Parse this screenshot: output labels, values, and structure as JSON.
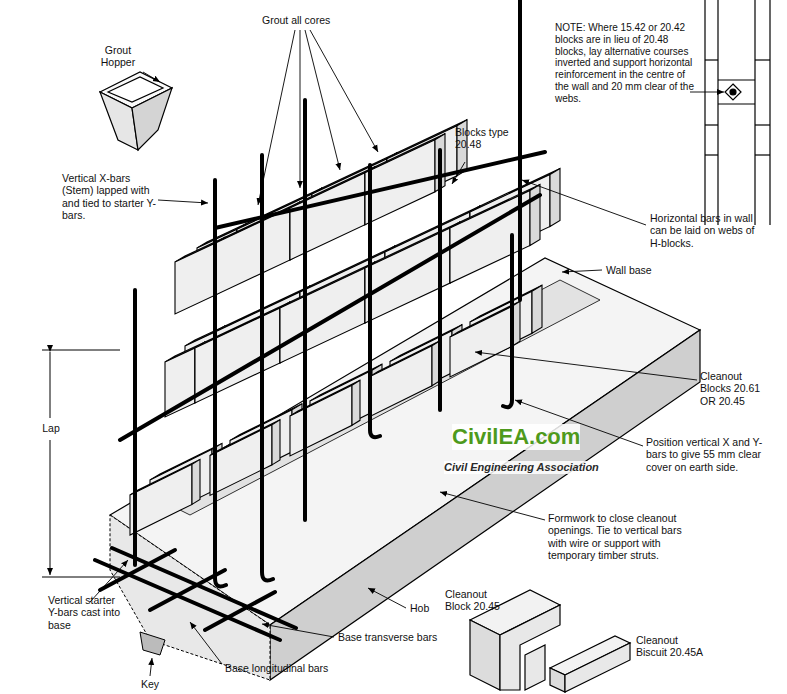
{
  "diagram": {
    "labels": [
      "Grout all cores",
      "Grout Hopper",
      "NOTE: Where 15.42 or 20.42 blocks are in lieu of 20.48 blocks, lay alternative courses inverted and support horizontal reinforcement in the centre of the wall and 20 mm clear of the webs.",
      "Vertical X-bars (Stem) lapped with and tied to starter Y-bars.",
      "Blocks type 20.48",
      "Horizontal bars in wall can be laid on webs of H-blocks.",
      "Wall base",
      "Lap",
      "Cleanout Blocks 20.61 OR 20.45",
      "Position vertical X and Y-bars to give 55 mm clear cover on earth side.",
      "Formwork to close cleanout openings. Tie to vertical bars with wire or support with temporary timber struts.",
      "Vertical starter Y-bars cast into base",
      "Hob",
      "Base transverse bars",
      "Base longitudinal bars",
      "Key",
      "Cleanout Block 20.45",
      "Cleanout Biscuit 20.45A",
      "CivilEA.com",
      "Civil Engineering Association"
    ]
  }
}
